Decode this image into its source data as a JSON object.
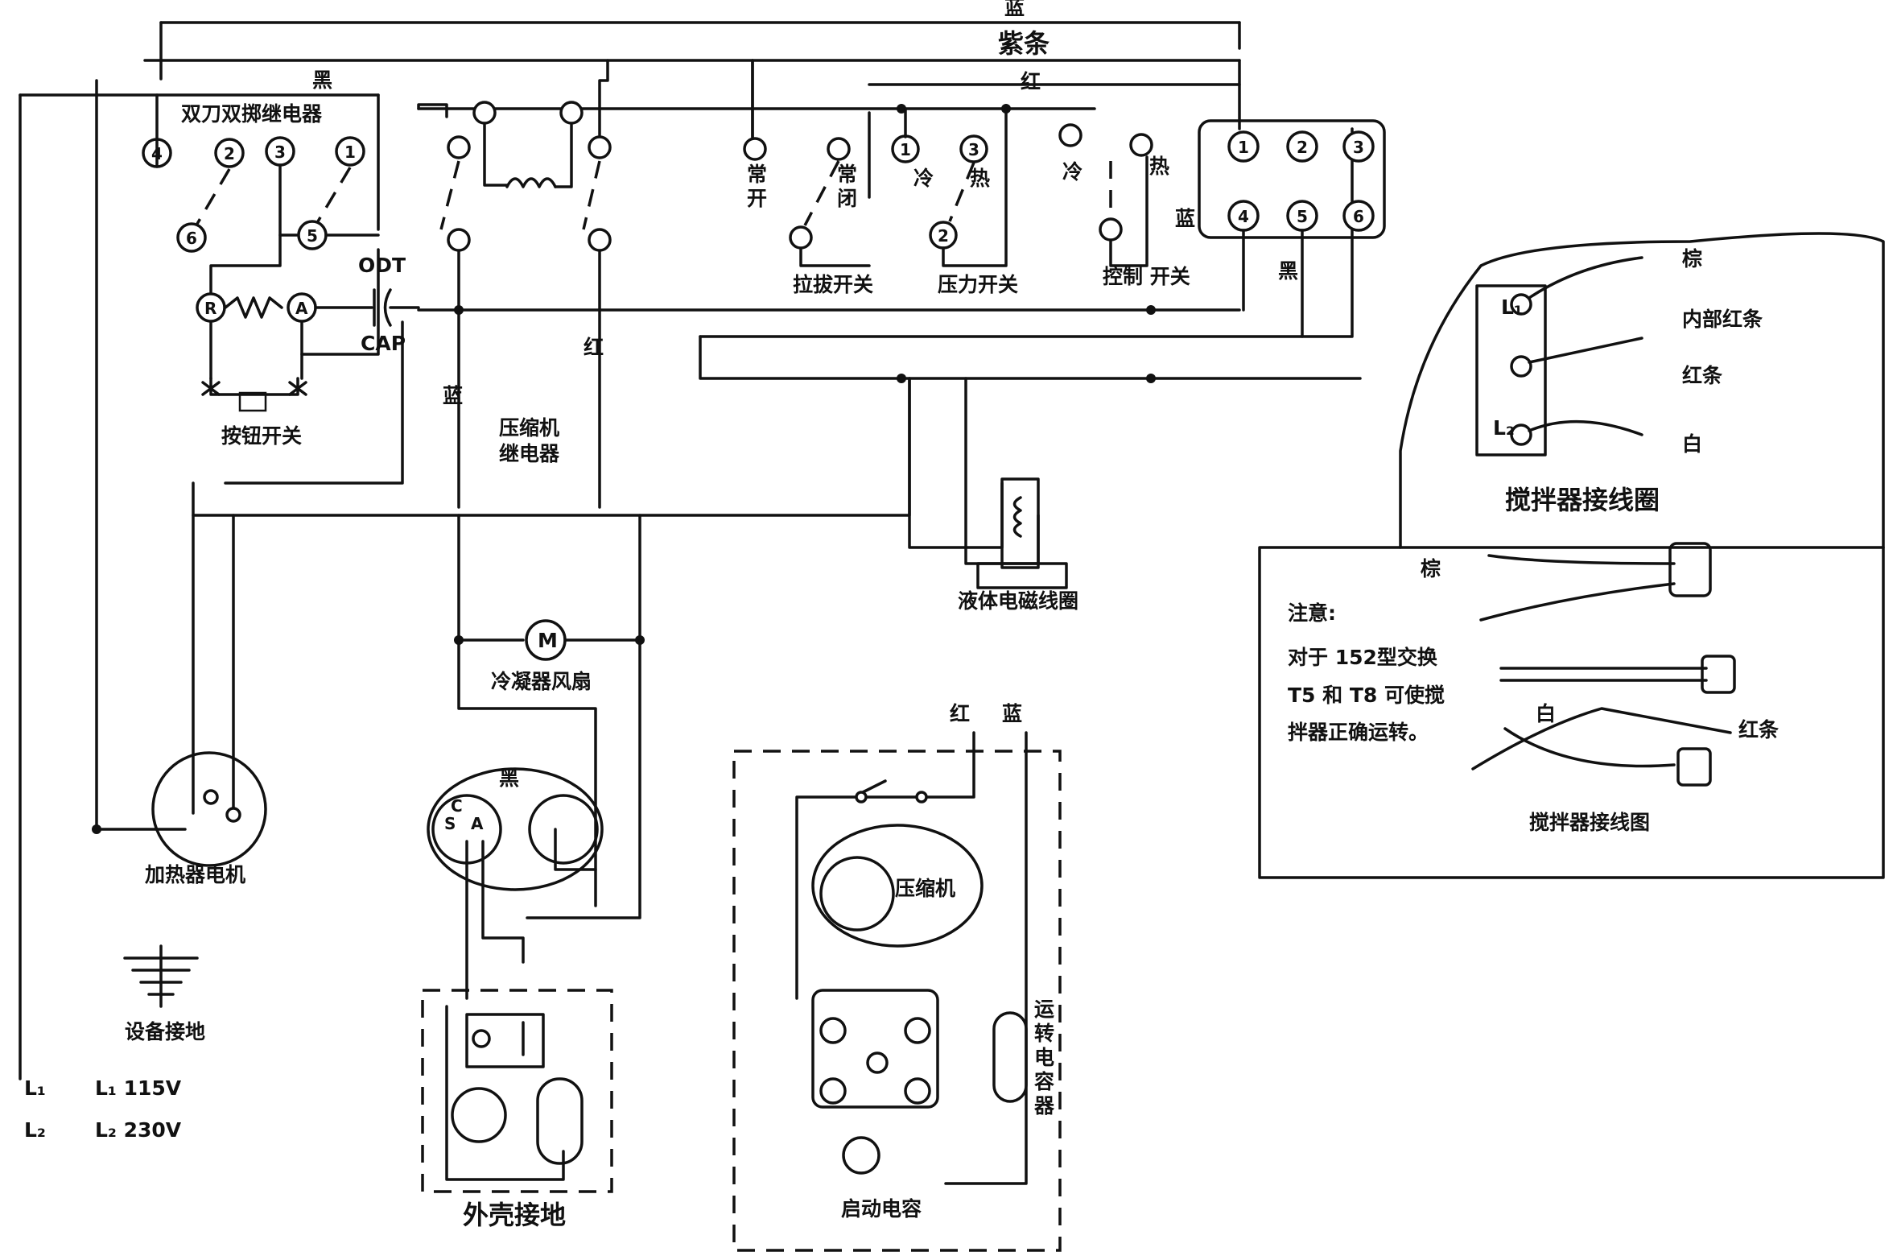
{
  "wires": {
    "blue_top": "蓝",
    "purple_stripe": "紫条",
    "black": "黑",
    "red": "红",
    "blue_right": "蓝",
    "black_right": "黑",
    "red_mid": "红",
    "blue_mid": "蓝"
  },
  "relay": {
    "title": "双刀双掷继电器",
    "terminals": [
      "4",
      "2",
      "3",
      "1",
      "6",
      "5"
    ]
  },
  "odt": "ODT",
  "cap": "CAP",
  "motor_ra": {
    "r": "R",
    "a": "A"
  },
  "button_switch": "按钮开关",
  "compressor_relay": "压缩机\n继电器",
  "switches": {
    "normally_open": "常开",
    "normally_closed": "常闭",
    "pull_switch": "拉拔开关",
    "cold": "冷",
    "hot": "热",
    "pressure_switch": "压力开关",
    "control_switch": "控制 开关",
    "pressure_terminals": [
      "1",
      "3",
      "2"
    ]
  },
  "terminal_block": [
    "1",
    "2",
    "3",
    "4",
    "5",
    "6"
  ],
  "liquid_solenoid": "液体电磁线圈",
  "condenser_fan": {
    "label": "冷凝器风扇",
    "symbol": "M"
  },
  "heater_motor": "加热器电机",
  "equipment_ground": "设备接地",
  "supply": {
    "l1": "L₁",
    "l2": "L₂",
    "l1_v": "L₁ 115V",
    "l2_v": "L₂ 230V"
  },
  "case_ground": "外壳接地",
  "compressor_unit": {
    "csa": [
      "C",
      "S",
      "A"
    ],
    "black": "黑"
  },
  "compressor_box": {
    "red": "红",
    "blue": "蓝",
    "compressor": "压缩机",
    "run_capacitor": "运\n转\n电\n容\n器",
    "start_capacitor": "启动电容"
  },
  "agitator_coil": {
    "title": "搅拌器接线圈",
    "l1": "L₁",
    "l2": "L₂",
    "brown": "棕",
    "inner_red": "内部红条",
    "red_stripe": "红条",
    "white": "白"
  },
  "note": {
    "title": "注意:",
    "line1": "对于 152型交换",
    "line2": "T5 和 T8 可使搅",
    "line3": "拌器正确运转。",
    "brown": "棕",
    "white": "白",
    "red_stripe": "红条",
    "caption": "搅拌器接线图"
  }
}
